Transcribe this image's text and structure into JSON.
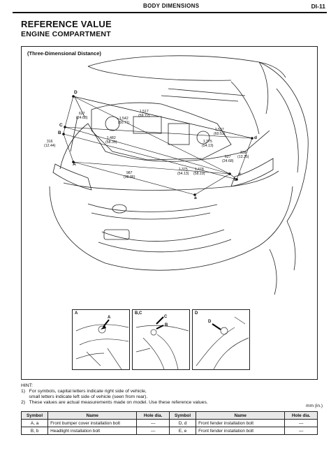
{
  "header": {
    "section": "BODY DIMENSIONS",
    "page": "DI-11"
  },
  "title": "REFERENCE VALUE",
  "subtitle": "ENGINE COMPARTMENT",
  "figure": {
    "caption": "(Three-Dimensional Distance)",
    "dimensions": [
      "627\n(24.68)",
      "1,517\n(59.72)",
      "1,542\n(60.71)",
      "1,537\n(60.51)",
      "1,482\n(58.35)",
      "1,375\n(54.13)",
      "316\n(12.44)",
      "339\n(13.35)",
      "627\n(24.68)",
      "987\n(38.86)",
      "1,375\n(54.13)",
      "1,478\n(58.19)"
    ],
    "points": [
      "D",
      "C",
      "B",
      "A",
      "d",
      "c",
      "b",
      "a"
    ],
    "details": [
      {
        "label": "A",
        "marks": [
          "A"
        ]
      },
      {
        "label": "B,C",
        "marks": [
          "C",
          "B"
        ]
      },
      {
        "label": "D",
        "marks": [
          "D"
        ]
      }
    ]
  },
  "hint": {
    "lines": [
      "HINT:",
      "1)   For symbols, capital letters indicate right side of vehicle,",
      "      small letters indicate left side of vehicle (seen from rear).",
      "2)   These values are actual measurements made on model. Use these reference values."
    ],
    "unit": "mm (in.)"
  },
  "legend": {
    "headers": [
      "Symbol",
      "Name",
      "Hole dia.",
      "Symbol",
      "Name",
      "Hole dia."
    ],
    "rows": [
      [
        "A, a",
        "Front bumper cover installation bolt",
        "—",
        "D, d",
        "Front fender installation bolt",
        "—"
      ],
      [
        "B, b",
        "Headlight installation bolt",
        "—",
        "E, e",
        "Front fender installation bolt",
        "—"
      ]
    ]
  }
}
